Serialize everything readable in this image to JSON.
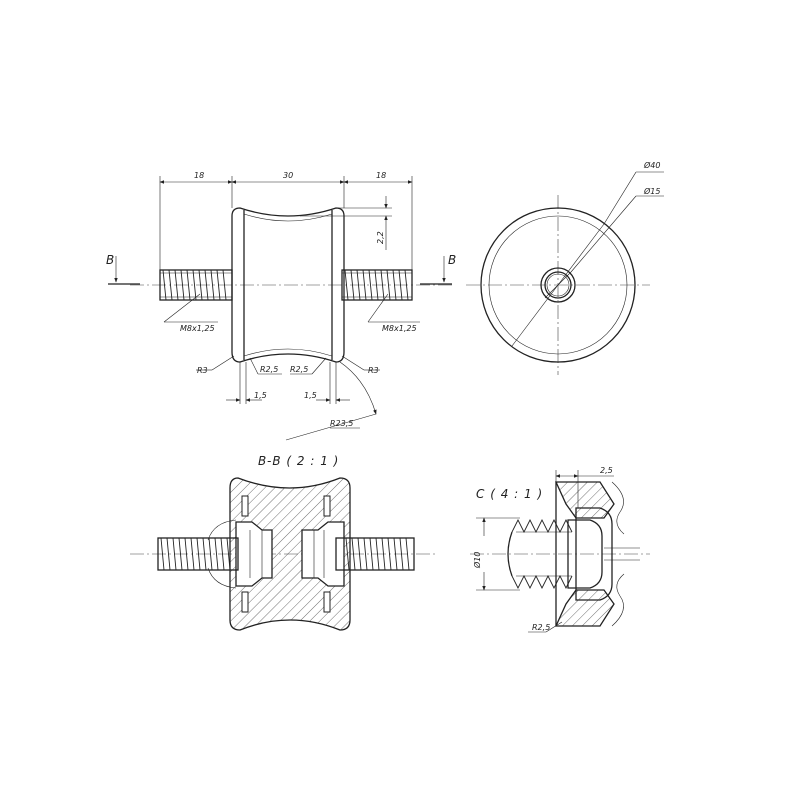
{
  "colors": {
    "ink": "#222222",
    "background": "#ffffff"
  },
  "front_view": {
    "dims_top": [
      "18",
      "30",
      "18"
    ],
    "dim_depth": "2,2",
    "thread_left": "M8x1,25",
    "thread_right": "M8x1,25",
    "radius_left": "R3",
    "radius_right": "R3",
    "radius_inner_left": "R2,5",
    "radius_inner_right": "R2,5",
    "dim_bottom_left": "1,5",
    "dim_bottom_right": "1,5",
    "radius_arc": "R23,5",
    "section_mark_left": "B",
    "section_mark_right": "B"
  },
  "side_view": {
    "dia_outer": "Ø40",
    "dia_inner": "Ø15"
  },
  "section_view": {
    "title": "B-B ( 2 : 1 )"
  },
  "detail_view": {
    "title": "C ( 4 : 1 )",
    "dim_top": "2,5",
    "dim_dia": "Ø10",
    "radius": "R2,5"
  }
}
